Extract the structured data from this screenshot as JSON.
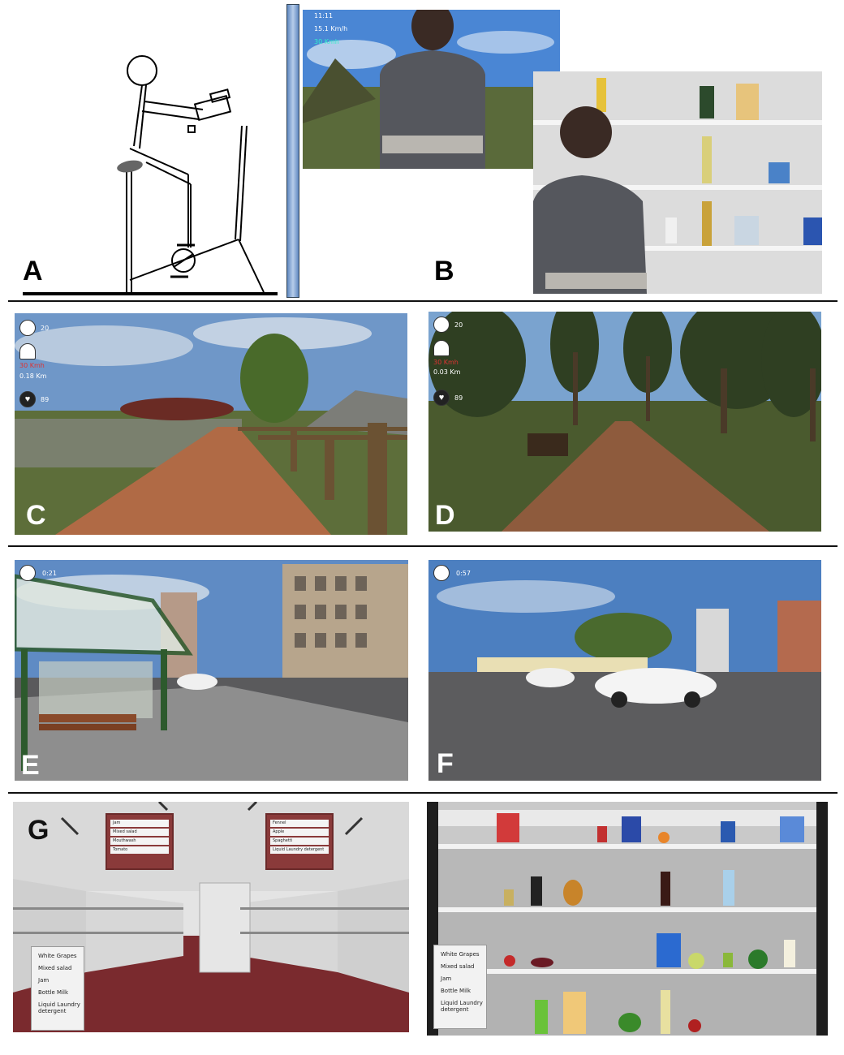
{
  "panels": {
    "a": {
      "letter": "A"
    },
    "b": {
      "letter": "B",
      "hud": [
        "11:11",
        "15.1 Km/h",
        "30 Kmh"
      ]
    },
    "c": {
      "letter": "C",
      "hud": {
        "timer": "20",
        "speed": "30 Kmh",
        "distance": "0.18 Km",
        "heart": "89"
      }
    },
    "d": {
      "letter": "D",
      "hud": {
        "timer": "20",
        "speed": "30 Kmh",
        "distance": "0.03 Km",
        "heart": "89"
      }
    },
    "e": {
      "letter": "E",
      "hud": {
        "timer": "0:21"
      }
    },
    "f": {
      "letter": "F",
      "hud": {
        "timer": "0:57"
      }
    },
    "g": {
      "letter": "G",
      "sign_left": [
        "Jam",
        "Mixed salad",
        "Mouthwash",
        "Tomato"
      ],
      "sign_right": [
        "Fennel",
        "Apple",
        "Spaghetti",
        "Liquid Laundry detergent"
      ],
      "shopping_list": [
        "White Grapes",
        "Mixed salad",
        "Jam",
        "Bottle Milk",
        "Liquid Laundry detergent"
      ]
    },
    "h": {
      "shopping_list": [
        "White Grapes",
        "Mixed salad",
        "Jam",
        "Bottle Milk",
        "Liquid Laundry detergent"
      ]
    }
  },
  "colors": {
    "sky": "#6f97c8",
    "path": "#b06a45",
    "grass": "#5d6e3a",
    "floor": "#7a2a2e",
    "shelf": "#e8e8e8"
  }
}
